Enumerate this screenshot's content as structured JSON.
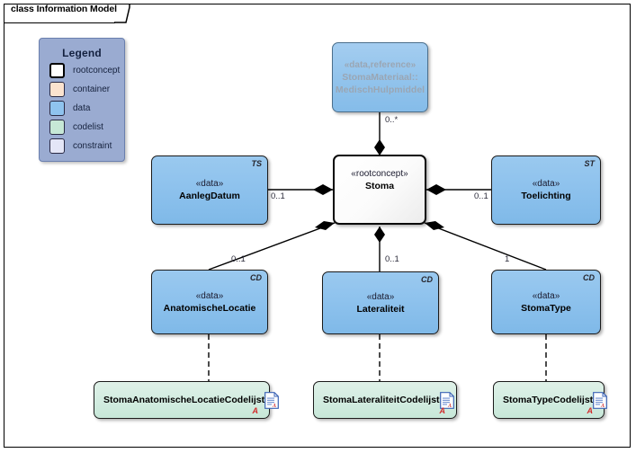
{
  "frame": {
    "label": "class Information Model"
  },
  "legend": {
    "title": "Legend",
    "items": [
      {
        "label": "rootconcept",
        "color": "#ffffff"
      },
      {
        "label": "container",
        "color": "#fbe3cf"
      },
      {
        "label": "data",
        "color": "#8fc3ee"
      },
      {
        "label": "codelist",
        "color": "#c6e8d6"
      },
      {
        "label": "constraint",
        "color": "#e4e6f7"
      }
    ]
  },
  "nodes": {
    "reference": {
      "stereotype": "«data,reference»",
      "name_line1": "StomaMateriaal::",
      "name_line2": "MedischHulpmiddel",
      "kind": "reference"
    },
    "root": {
      "stereotype": "«rootconcept»",
      "name": "Stoma",
      "kind": "rootconcept"
    },
    "aanlegdatum": {
      "stereotype": "«data»",
      "name": "AanlegDatum",
      "tag": "TS",
      "kind": "data"
    },
    "toelichting": {
      "stereotype": "«data»",
      "name": "Toelichting",
      "tag": "ST",
      "kind": "data"
    },
    "anatomischelocatie": {
      "stereotype": "«data»",
      "name": "AnatomischeLocatie",
      "tag": "CD",
      "kind": "data"
    },
    "lateraliteit": {
      "stereotype": "«data»",
      "name": "Lateraliteit",
      "tag": "CD",
      "kind": "data"
    },
    "stomatype": {
      "stereotype": "«data»",
      "name": "StomaType",
      "tag": "CD",
      "kind": "data"
    },
    "codelijst_locatie": {
      "name": "StomaAnatomischeLocatieCodelijst",
      "marker": "A",
      "kind": "codelist"
    },
    "codelijst_lateraliteit": {
      "name": "StomaLateraliteitCodelijst",
      "marker": "A",
      "kind": "codelist"
    },
    "codelijst_stomatype": {
      "name": "StomaTypeCodelijst",
      "marker": "A",
      "kind": "codelist"
    }
  },
  "multiplicities": {
    "reference_to_root": "0..*",
    "aanlegdatum_to_root": "0..1",
    "toelichting_to_root": "0..1",
    "anatomischelocatie_to_root": "0..1",
    "lateraliteit_to_root": "0..1",
    "stomatype_to_root": "1"
  },
  "colors": {
    "data_fill": "#8fc3ee",
    "codelist_fill": "#cfe9dc",
    "legend_bg": "#9aabd1",
    "line": "#000000",
    "marker_red": "#d22b2b"
  }
}
